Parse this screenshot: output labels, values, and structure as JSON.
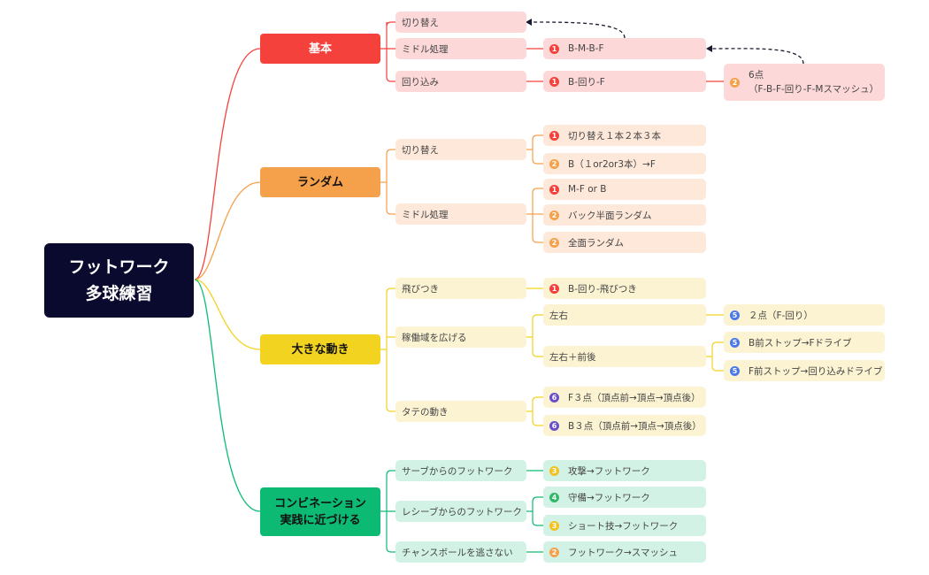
{
  "root": {
    "line1": "フットワーク",
    "line2": "多球練習"
  },
  "branches": [
    {
      "label": "基本",
      "color": "#f5413c",
      "subs": [
        {
          "label": "切り替え",
          "items": []
        },
        {
          "label": "ミドル処理",
          "items": [
            {
              "badge": "1",
              "text": "B-M-B-F"
            }
          ]
        },
        {
          "label": "回り込み",
          "items": [
            {
              "badge": "1",
              "text": "B-回り-F"
            }
          ],
          "extra": {
            "badge": "2",
            "line1": "6点",
            "line2": "（F-B-F-回り-F-Mスマッシュ）"
          }
        }
      ]
    },
    {
      "label": "ランダム",
      "color": "#f5a04a",
      "subs": [
        {
          "label": "切り替え",
          "items": [
            {
              "badge": "1",
              "text": "切り替え１本２本３本"
            },
            {
              "badge": "2",
              "text": "B（１or2or3本）→F"
            }
          ]
        },
        {
          "label": "ミドル処理",
          "items": [
            {
              "badge": "1",
              "text": "M-F or B"
            },
            {
              "badge": "2",
              "text": "バック半面ランダム"
            },
            {
              "badge": "2",
              "text": "全面ランダム"
            }
          ]
        }
      ]
    },
    {
      "label": "大きな動き",
      "color": "#f2d31f",
      "subs": [
        {
          "label": "飛びつき",
          "items": [
            {
              "badge": "1",
              "text": "B-回り-飛びつき"
            }
          ]
        },
        {
          "label": "稼働域を広げる",
          "children": [
            {
              "label": "左右",
              "items": [
                {
                  "badge": "5",
                  "text": "２点（F-回り）"
                }
              ]
            },
            {
              "label": "左右＋前後",
              "items": [
                {
                  "badge": "5",
                  "text": "B前ストップ→Fドライブ"
                },
                {
                  "badge": "5",
                  "text": "F前ストップ→回り込みドライブ"
                }
              ]
            }
          ]
        },
        {
          "label": "タテの動き",
          "items": [
            {
              "badge": "6",
              "text": "F３点（頂点前→頂点→頂点後）"
            },
            {
              "badge": "6",
              "text": "B３点（頂点前→頂点→頂点後）"
            }
          ]
        }
      ]
    },
    {
      "label1": "コンビネーション",
      "label2": "実践に近づける",
      "color": "#0dba74",
      "subs": [
        {
          "label": "サーブからのフットワーク",
          "items": [
            {
              "badge": "3",
              "text": "攻撃→フットワーク"
            }
          ]
        },
        {
          "label": "レシーブからのフットワーク",
          "items": [
            {
              "badge": "4",
              "text": "守備→フットワーク"
            },
            {
              "badge": "3",
              "text": "ショート技→フットワーク"
            }
          ]
        },
        {
          "label": "チャンスボールを逃さない",
          "items": [
            {
              "badge": "2",
              "text": "フットワーク→スマッシュ"
            }
          ]
        }
      ]
    }
  ],
  "badge_colors": {
    "1": "#f5413c",
    "2": "#f5a04a",
    "3": "#f2c21f",
    "4": "#2fb86a",
    "5": "#4a7ae8",
    "6": "#6a4ec9"
  },
  "node_colors": {
    "red_bg": "#fdd8d8",
    "orange_bg": "#fde8da",
    "yellow_bg": "#fcf3d2",
    "green_bg": "#d3f2e6"
  }
}
